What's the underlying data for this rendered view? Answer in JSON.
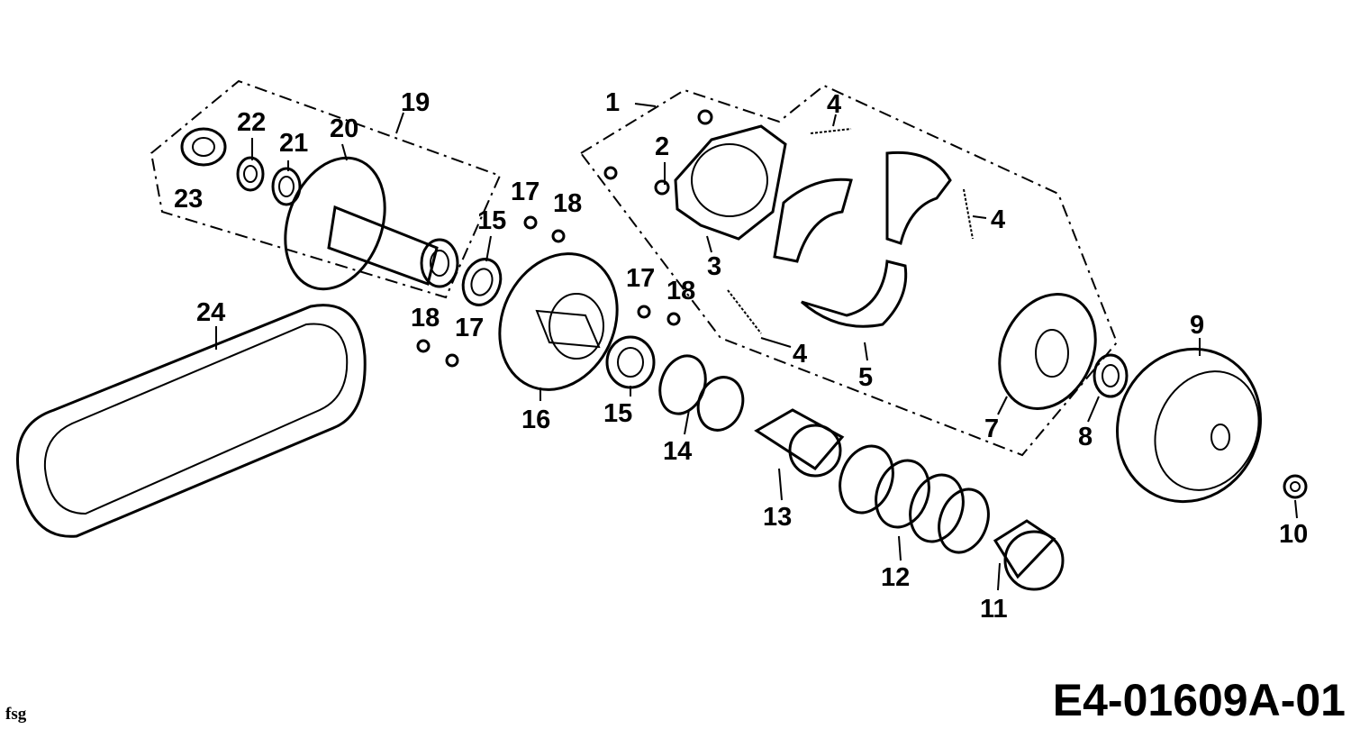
{
  "diagram": {
    "drawing_code": "E4-01609A-01",
    "footer_mark": "fsg",
    "callouts": [
      {
        "id": "c1",
        "text": "1"
      },
      {
        "id": "c2",
        "text": "2"
      },
      {
        "id": "c3",
        "text": "3"
      },
      {
        "id": "c4a",
        "text": "4"
      },
      {
        "id": "c4b",
        "text": "4"
      },
      {
        "id": "c4c",
        "text": "4"
      },
      {
        "id": "c5",
        "text": "5"
      },
      {
        "id": "c7",
        "text": "7"
      },
      {
        "id": "c8",
        "text": "8"
      },
      {
        "id": "c9",
        "text": "9"
      },
      {
        "id": "c10",
        "text": "10"
      },
      {
        "id": "c11",
        "text": "11"
      },
      {
        "id": "c12",
        "text": "12"
      },
      {
        "id": "c13",
        "text": "13"
      },
      {
        "id": "c14",
        "text": "14"
      },
      {
        "id": "c15a",
        "text": "15"
      },
      {
        "id": "c15b",
        "text": "15"
      },
      {
        "id": "c16",
        "text": "16"
      },
      {
        "id": "c17a",
        "text": "17"
      },
      {
        "id": "c17b",
        "text": "17"
      },
      {
        "id": "c17c",
        "text": "17"
      },
      {
        "id": "c18a",
        "text": "18"
      },
      {
        "id": "c18b",
        "text": "18"
      },
      {
        "id": "c18c",
        "text": "18"
      },
      {
        "id": "c19",
        "text": "19"
      },
      {
        "id": "c20",
        "text": "20"
      },
      {
        "id": "c21",
        "text": "21"
      },
      {
        "id": "c22",
        "text": "22"
      },
      {
        "id": "c23",
        "text": "23"
      },
      {
        "id": "c24",
        "text": "24"
      }
    ]
  }
}
